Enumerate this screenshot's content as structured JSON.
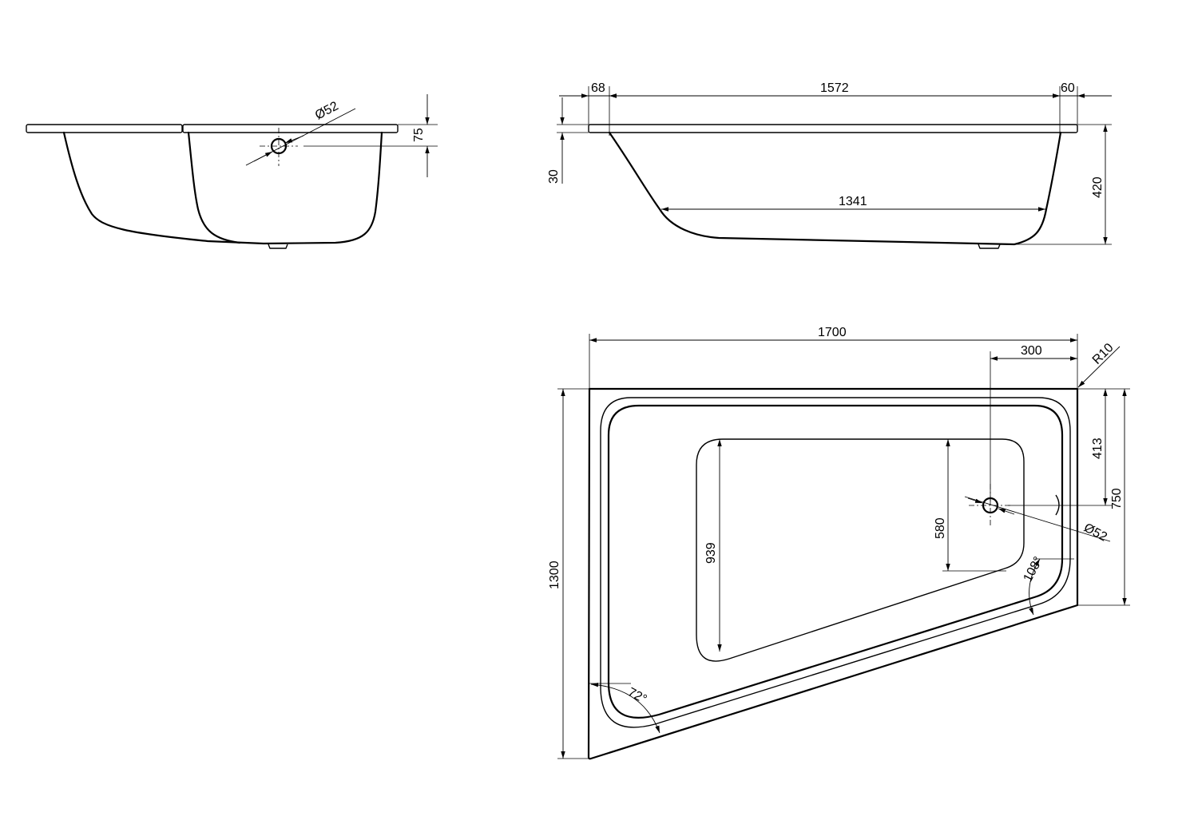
{
  "side_view": {
    "drain_diameter": "Ø52",
    "rim_depth": "75"
  },
  "front_view": {
    "rim_left": "68",
    "inner_length": "1572",
    "rim_right": "60",
    "rim_thickness": "30",
    "bottom_length": "1341",
    "height": "420"
  },
  "plan_view": {
    "total_length": "1700",
    "drain_offset_x": "300",
    "corner_radius": "R10",
    "total_width": "1300",
    "short_side_width": "750",
    "drain_offset_y": "413",
    "bottom_width": "939",
    "bottom_short_width": "580",
    "drain_diameter": "Ø52",
    "angle_obtuse": "108°",
    "angle_acute": "72°"
  }
}
